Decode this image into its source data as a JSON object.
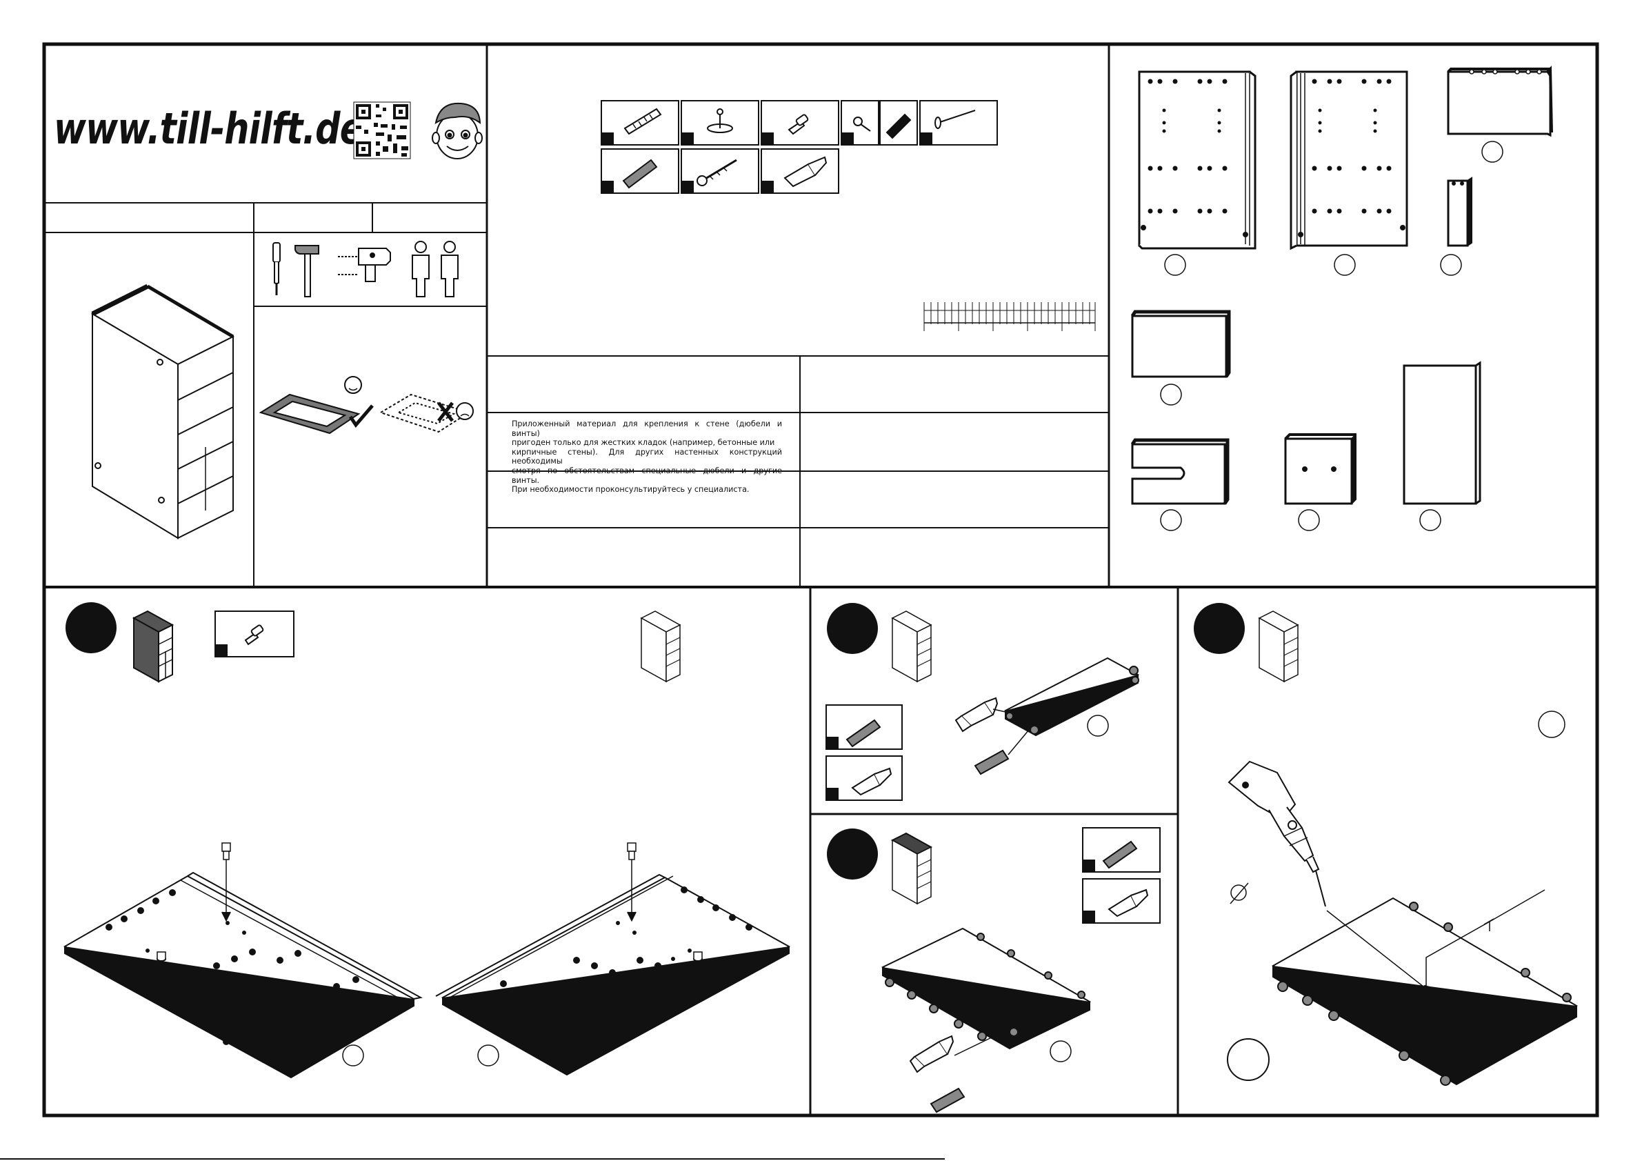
{
  "brand": {
    "url": "www.till-hilft.de"
  },
  "warning": {
    "lines": [
      "Приложенный материал для крепления к стене (дюбели и винты)",
      "пригоден только для жестких кладок (например, бетонные или",
      "кирпичные стены). Для других настенных конструкций необходимы",
      "смотря по обстоятельствам специальные дюбели и другие винты.",
      "При необходимости проконсультируйтесь у специалиста."
    ]
  },
  "icons": {
    "qr": "qr-code-icon",
    "mascot": "mascot-boy-icon",
    "tools": [
      "screwdriver-icon",
      "hammer-icon",
      "drill-icon",
      "two-persons-icon"
    ],
    "surface": [
      "soft-mat-approved-icon",
      "hard-floor-rejected-icon"
    ]
  },
  "colors": {
    "ink": "#111111",
    "paper": "#ffffff",
    "shade": "#555555"
  }
}
